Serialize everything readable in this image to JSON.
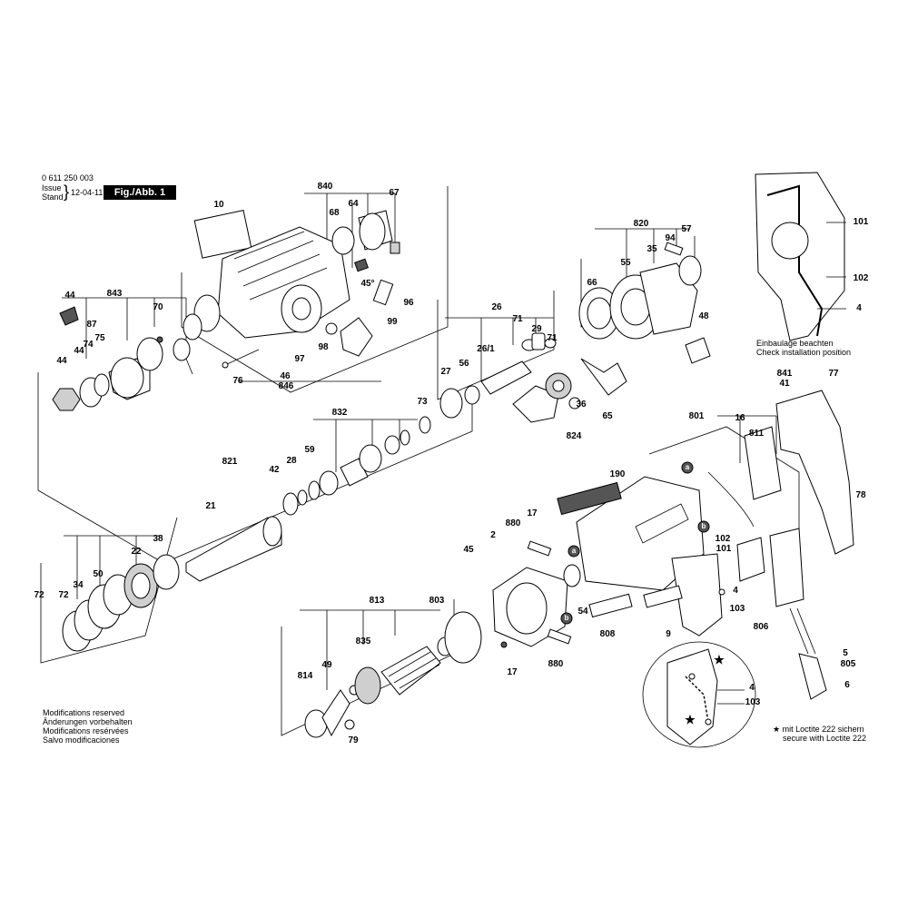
{
  "header": {
    "part_number": "0 611 250 003",
    "issue_label": "Issue",
    "stand_label": "Stand",
    "date": "12-04-11",
    "figure": "Fig./Abb. 1"
  },
  "markers": [
    "a",
    "b"
  ],
  "symbols": {
    "star": "★"
  },
  "callouts": [
    "840",
    "67",
    "10",
    "64",
    "68",
    "820",
    "57",
    "94",
    "55",
    "35",
    "66",
    "44",
    "843",
    "70",
    "96",
    "45°",
    "26",
    "71",
    "48",
    "87",
    "75",
    "74",
    "44",
    "29",
    "71",
    "99",
    "98",
    "26/1",
    "44",
    "97",
    "27",
    "56",
    "76",
    "46",
    "846",
    "841",
    "41",
    "77",
    "73",
    "36",
    "832",
    "801",
    "65",
    "16",
    "811",
    "824",
    "59",
    "28",
    "821",
    "42",
    "190",
    "21",
    "78",
    "17",
    "880",
    "2",
    "38",
    "102",
    "101",
    "22",
    "45",
    "50",
    "34",
    "72",
    "4",
    "54",
    "103",
    "813",
    "803",
    "806",
    "808",
    "9",
    "835",
    "49",
    "880",
    "17",
    "814",
    "5",
    "805",
    "6",
    "4",
    "103",
    "79",
    "101",
    "102",
    "4",
    "72"
  ],
  "notes": {
    "install_de": "Einbaulage beachten",
    "install_en": "Check installation position",
    "mod_en": "Modifications reserved",
    "mod_de": "Änderungen vorbehalten",
    "mod_fr": "Modifications resérvées",
    "mod_es": "Salvo modificaciones",
    "loctite_de": "mit Loctite 222 sichern",
    "loctite_en": "secure with Loctite 222"
  }
}
